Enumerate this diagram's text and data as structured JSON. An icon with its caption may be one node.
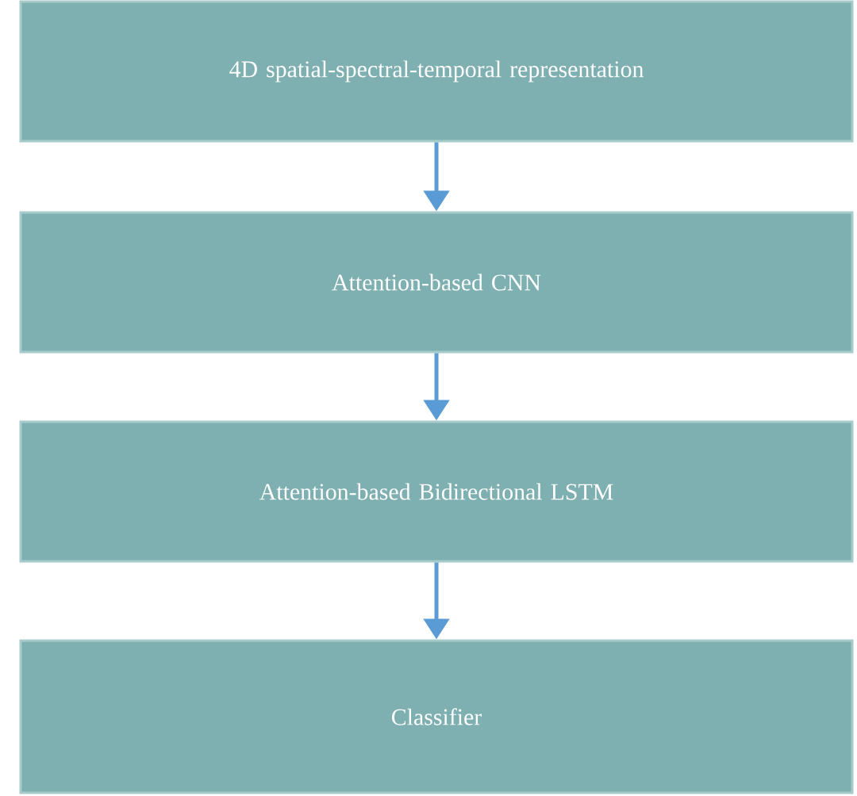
{
  "diagram": {
    "nodes": [
      {
        "text": [
          "4D spatial-spectral-temporal representation"
        ]
      },
      {
        "text": [
          "Attention-based CNN"
        ]
      },
      {
        "text": [
          "Attention-based Bidirectional LSTM"
        ]
      },
      {
        "text": [
          "Classifier"
        ]
      }
    ],
    "edges": [
      {
        "from": 0,
        "to": 1,
        "arrow": "to"
      },
      {
        "from": 1,
        "to": 2,
        "arrow": "to"
      },
      {
        "from": 2,
        "to": 3,
        "arrow": "to"
      }
    ]
  }
}
